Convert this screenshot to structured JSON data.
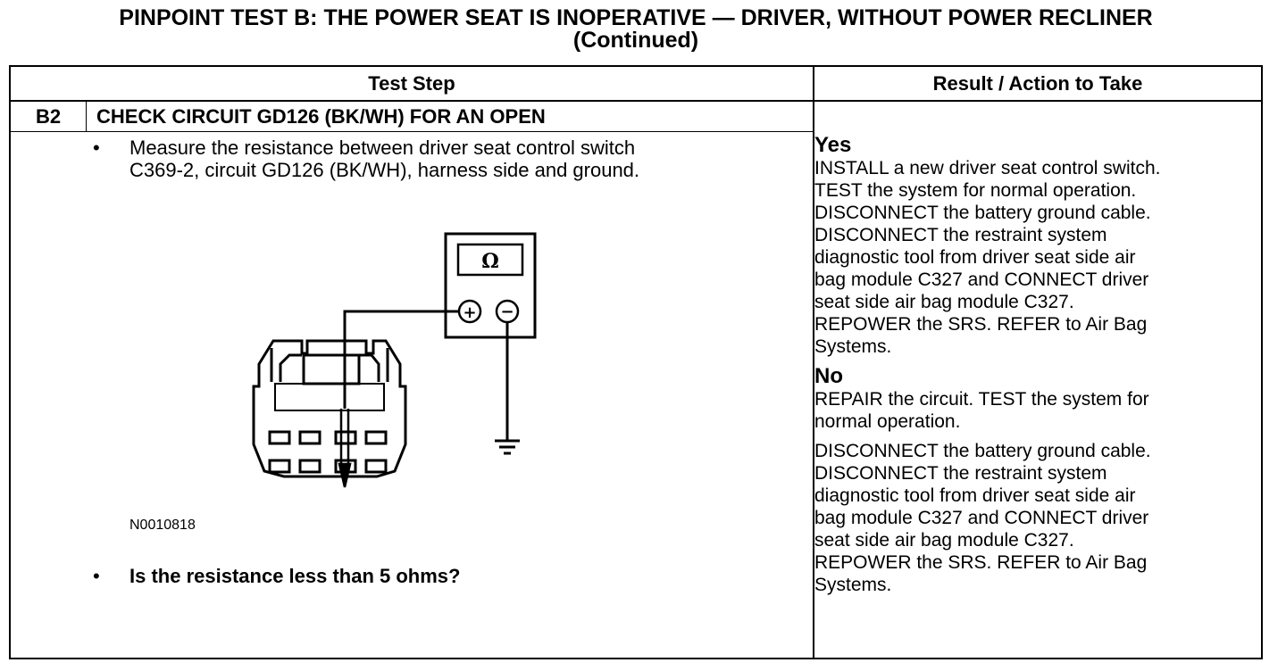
{
  "title": {
    "main": "PINPOINT TEST B: THE POWER SEAT IS INOPERATIVE — DRIVER, WITHOUT POWER RECLINER",
    "sub": "(Continued)"
  },
  "table": {
    "col_test_step": "Test Step",
    "col_result": "Result / Action to Take",
    "step_id": "B2",
    "step_heading": "CHECK CIRCUIT GD126 (BK/WH) FOR AN OPEN",
    "bullet_glyph": "•",
    "instruction_lines": [
      "Measure the resistance between driver seat control switch",
      "C369-2, circuit GD126 (BK/WH), harness side and ground."
    ],
    "figure_code": "N0010818",
    "question": "Is the resistance less than 5 ohms?"
  },
  "diagram": {
    "meter_symbol": "Ω",
    "plus_symbol": "+",
    "minus_symbol": "−"
  },
  "results": {
    "yes": {
      "label": "Yes",
      "lines": [
        "INSTALL a new driver seat control switch.",
        "TEST the system for normal operation.",
        "DISCONNECT the battery ground cable.",
        "DISCONNECT the restraint system",
        "diagnostic tool from driver seat side air",
        "bag module C327 and CONNECT driver",
        "seat side air bag module C327.",
        "REPOWER the SRS. REFER to Air Bag",
        "Systems."
      ]
    },
    "no": {
      "label": "No",
      "lines": [
        "REPAIR the circuit. TEST the system for",
        "normal operation."
      ],
      "lines2": [
        "DISCONNECT the battery ground cable.",
        "DISCONNECT the restraint system",
        "diagnostic tool from driver seat side air",
        "bag module C327 and CONNECT driver",
        "seat side air bag module C327.",
        "REPOWER the SRS. REFER to Air Bag",
        "Systems."
      ]
    }
  }
}
